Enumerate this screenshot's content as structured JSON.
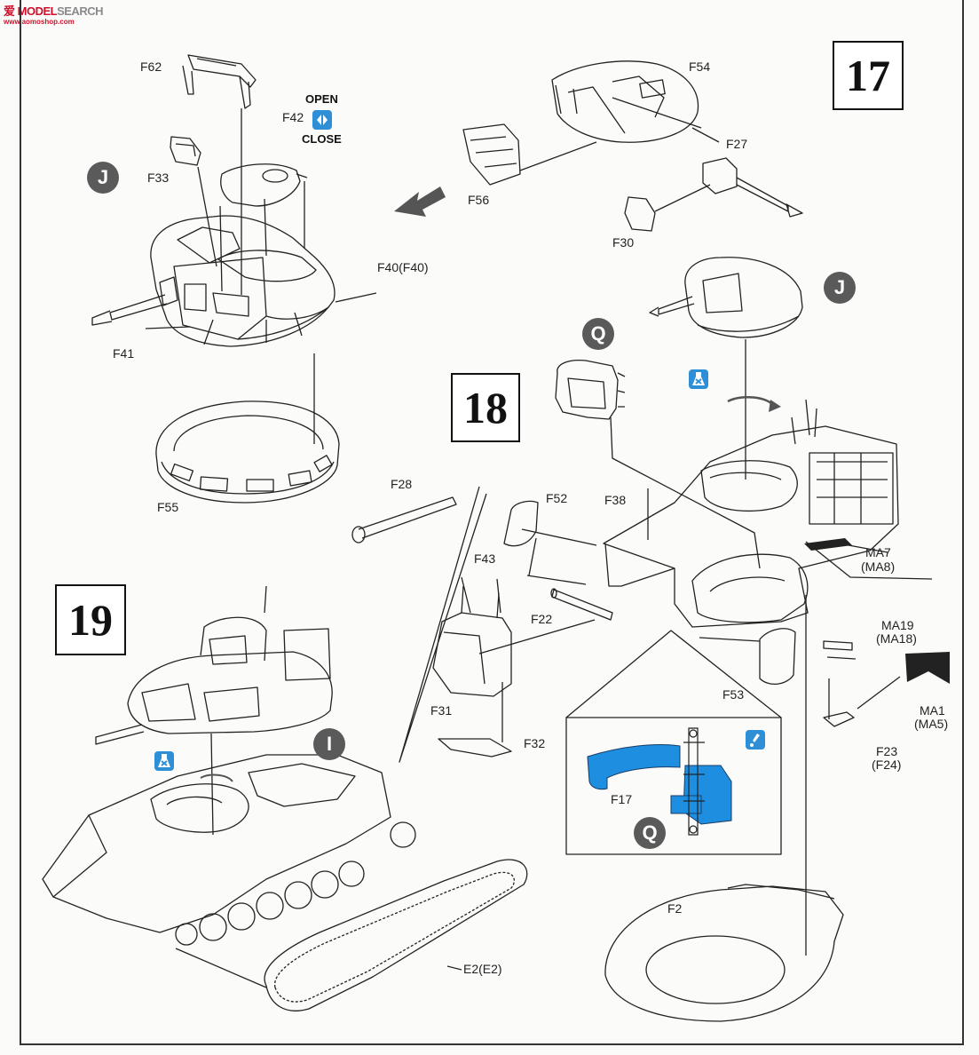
{
  "watermark": {
    "brand": "爱",
    "name": "MODEL",
    "suffix": "SEARCH",
    "domain": "www.aomoshop.com"
  },
  "steps": {
    "s17": "17",
    "s18": "18",
    "s19": "19"
  },
  "badges": {
    "j_left": "J",
    "j_right": "J",
    "q_top": "Q",
    "q_detail": "Q",
    "i_hull": "I"
  },
  "open_close": {
    "open": "OPEN",
    "close": "CLOSE"
  },
  "parts": {
    "F62": "F62",
    "F42": "F42",
    "F33": "F33",
    "F40": "F40(F40)",
    "F41": "F41",
    "F55": "F55",
    "F54": "F54",
    "F56": "F56",
    "F27": "F27",
    "F30": "F30",
    "F28": "F28",
    "F52": "F52",
    "F38": "F38",
    "F43": "F43",
    "F22": "F22",
    "F31": "F31",
    "F32": "F32",
    "F53": "F53",
    "F17": "F17",
    "F2": "F2",
    "F23": "F23",
    "F24": "(F24)",
    "MA7": "MA7",
    "MA8": "(MA8)",
    "MA19": "MA19",
    "MA18": "(MA18)",
    "MA1": "MA1",
    "MA5": "(MA5)",
    "E2": "E2(E2)"
  },
  "icons": [
    "glue-icon",
    "open-close-icon",
    "attention-icon",
    "rotate-arrow-icon",
    "direction-arrow-icon"
  ],
  "colors": {
    "highlight_blue": "#1e8fe0",
    "badge_gray": "#5a5a5a",
    "line": "#222222"
  }
}
